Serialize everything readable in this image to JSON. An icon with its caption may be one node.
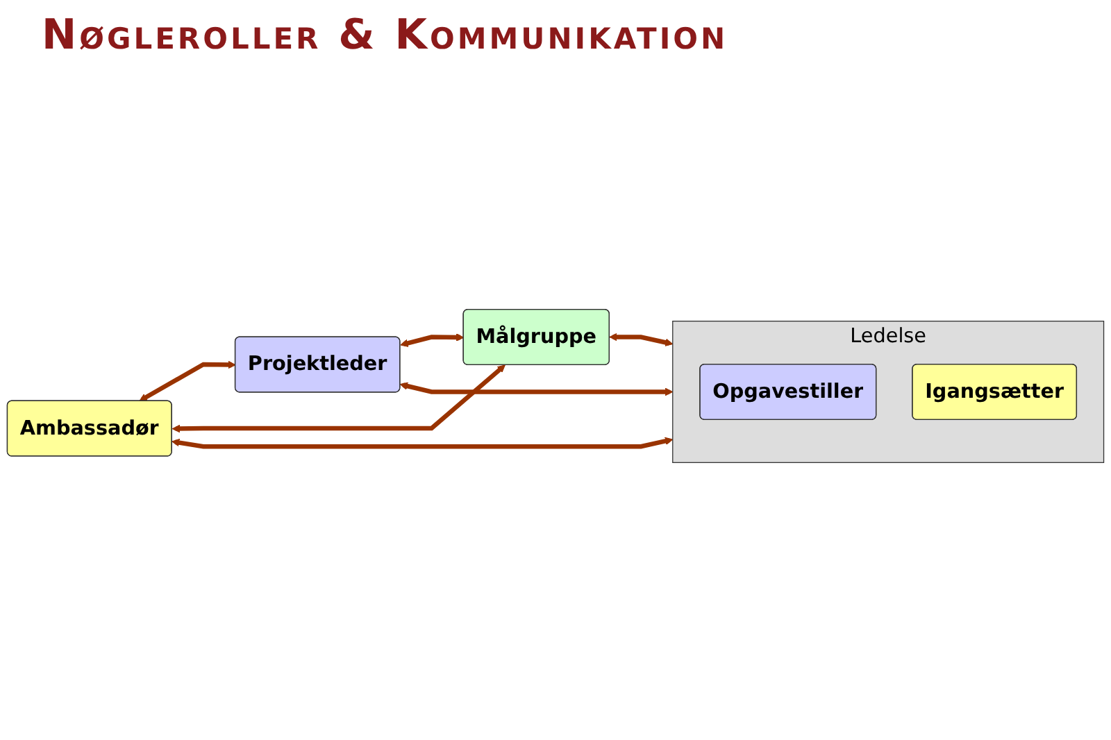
{
  "diagram": {
    "title": "Nøgleroller & Kommunikation",
    "nodes": [
      {
        "text": [
          "Projektleder"
        ]
      },
      {
        "text": [
          "Ambassadør"
        ]
      },
      {
        "text": [
          "Målgruppe"
        ]
      },
      {
        "text": [
          "Ledelse"
        ]
      },
      {
        "text": [
          "Opgavestiller"
        ],
        "in": 3
      },
      {
        "text": [
          "Igangsætter"
        ],
        "in": 3
      }
    ],
    "edges": [
      {
        "from": 0,
        "to": 3,
        "arrow": "both"
      },
      {
        "from": 1,
        "to": 0,
        "arrow": "both"
      },
      {
        "from": 1,
        "to": 2,
        "arrow": "both"
      },
      {
        "from": 1,
        "to": 3,
        "arrow": "both"
      },
      {
        "from": 0,
        "to": 2,
        "arrow": "both"
      },
      {
        "from": 2,
        "to": 3,
        "arrow": "both"
      }
    ]
  }
}
